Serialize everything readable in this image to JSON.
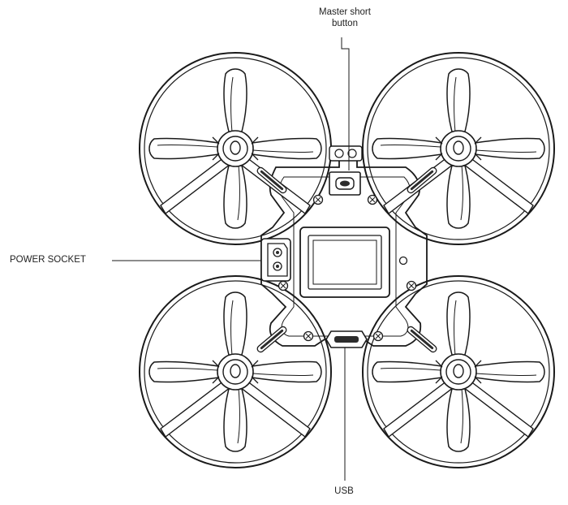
{
  "labels": {
    "master_line1": "Master short",
    "master_line2": "button",
    "power_socket": "POWER SOCKET",
    "usb": "USB"
  },
  "colors": {
    "line": "#1a1a1a",
    "fill": "#ffffff",
    "shade": "#e6e6e6",
    "dark": "#2b2b2b"
  }
}
